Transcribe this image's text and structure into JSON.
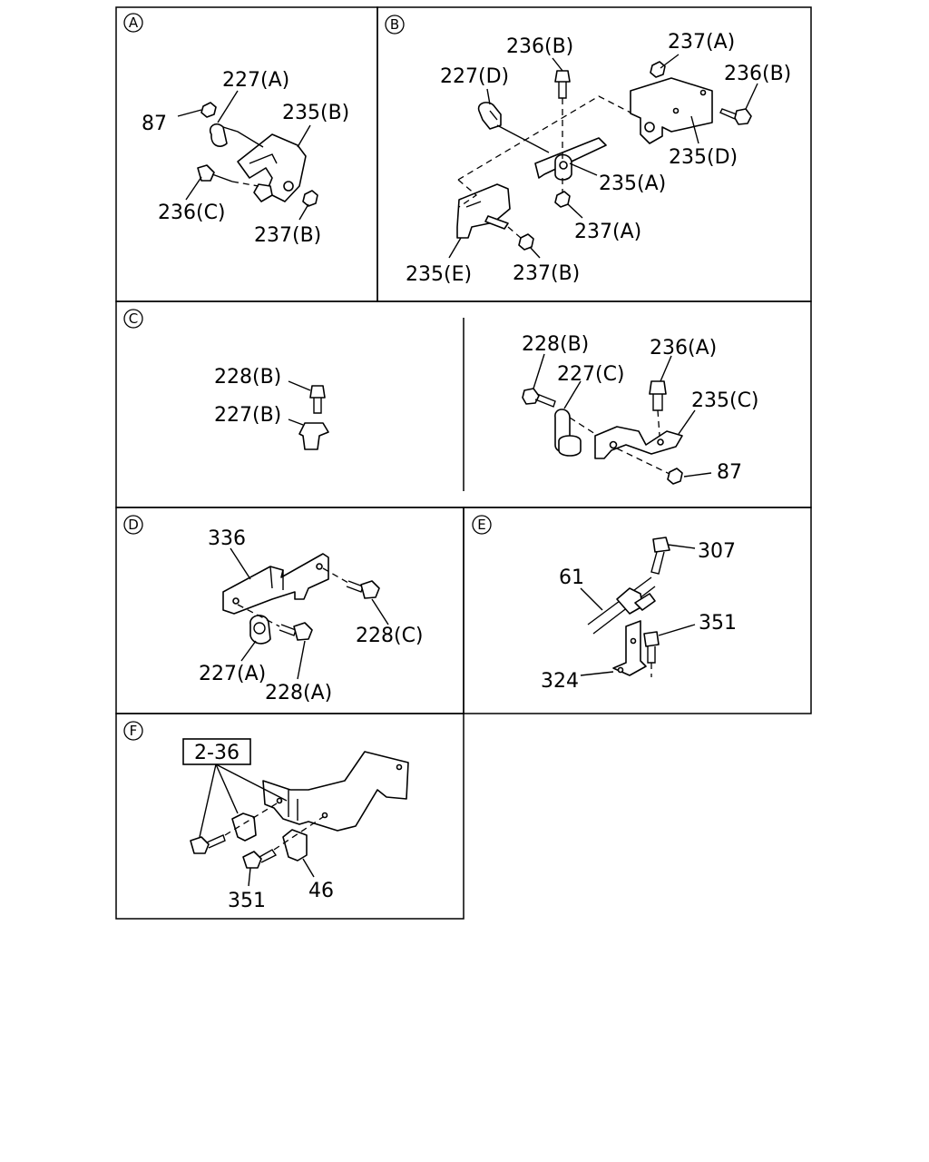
{
  "sections": {
    "A": {
      "tag": "A",
      "labels": {
        "c227A": "227(A)",
        "c87": "87",
        "c235B": "235(B)",
        "c236C": "236(C)",
        "c237B": "237(B)"
      }
    },
    "B": {
      "tag": "B",
      "labels": {
        "c236B_top": "236(B)",
        "c237A_top": "237(A)",
        "c227D": "227(D)",
        "c236B_right": "236(B)",
        "c235D": "235(D)",
        "c235A": "235(A)",
        "c237A_bot": "237(A)",
        "c235E": "235(E)",
        "c237B": "237(B)"
      }
    },
    "C": {
      "tag": "C",
      "labels": {
        "c228B_left": "228(B)",
        "c227B": "227(B)",
        "c228B_right": "228(B)",
        "c227C": "227(C)",
        "c236A": "236(A)",
        "c235C": "235(C)",
        "c87": "87"
      }
    },
    "D": {
      "tag": "D",
      "labels": {
        "c336": "336",
        "c228C": "228(C)",
        "c227A": "227(A)",
        "c228A": "228(A)"
      }
    },
    "E": {
      "tag": "E",
      "labels": {
        "c307": "307",
        "c61": "61",
        "c351": "351",
        "c324": "324"
      }
    },
    "F": {
      "tag": "F",
      "labels": {
        "ref": "2-36",
        "c351": "351",
        "c46": "46"
      }
    }
  }
}
